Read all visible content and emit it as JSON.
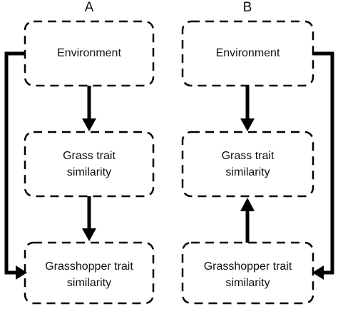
{
  "panels": [
    {
      "letter": "A",
      "boxes": {
        "top": "Environment",
        "middle_line1": "Grass trait",
        "middle_line2": "similarity",
        "bottom_line1": "Grasshopper trait",
        "bottom_line2": "similarity"
      }
    },
    {
      "letter": "B",
      "boxes": {
        "top": "Environment",
        "middle_line1": "Grass trait",
        "middle_line2": "similarity",
        "bottom_line1": "Grasshopper trait",
        "bottom_line2": "similarity"
      }
    }
  ],
  "colors": {
    "stroke": "#000000",
    "text": "#111111"
  }
}
